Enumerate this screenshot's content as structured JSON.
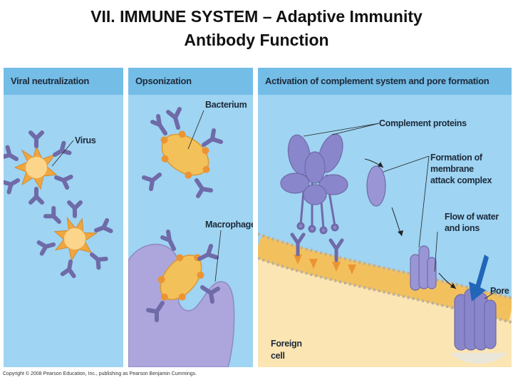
{
  "title": {
    "line1": "VII.  IMMUNE SYSTEM – Adaptive Immunity",
    "line2": "Antibody Function"
  },
  "panels": {
    "neutralization": {
      "heading": "Viral neutralization",
      "virus_label": "Virus"
    },
    "opsonization": {
      "heading": "Opsonization",
      "bacterium_label": "Bacterium",
      "macrophage_label": "Macrophage"
    },
    "complement": {
      "heading": "Activation of complement system and pore formation",
      "complement_label": "Complement proteins",
      "mac_label": [
        "Formation of",
        "membrane",
        "attack complex"
      ],
      "flow_label": [
        "Flow of water",
        "and ions"
      ],
      "pore_label": "Pore",
      "foreign_cell_label": [
        "Foreign",
        "cell"
      ]
    }
  },
  "copyright": "Copyright © 2008 Pearson Education, Inc., publishing as Pearson Benjamin Cummings.",
  "colors": {
    "panel_bg": "#9fd4f2",
    "panel_head": "#74bde7",
    "antibody": "#6f6aa8",
    "virus": "#f0a640",
    "bacterium": "#f3c15a",
    "protein": "#8a86cc",
    "membrane": "#f2c15e",
    "arrow": "#2166b8"
  }
}
